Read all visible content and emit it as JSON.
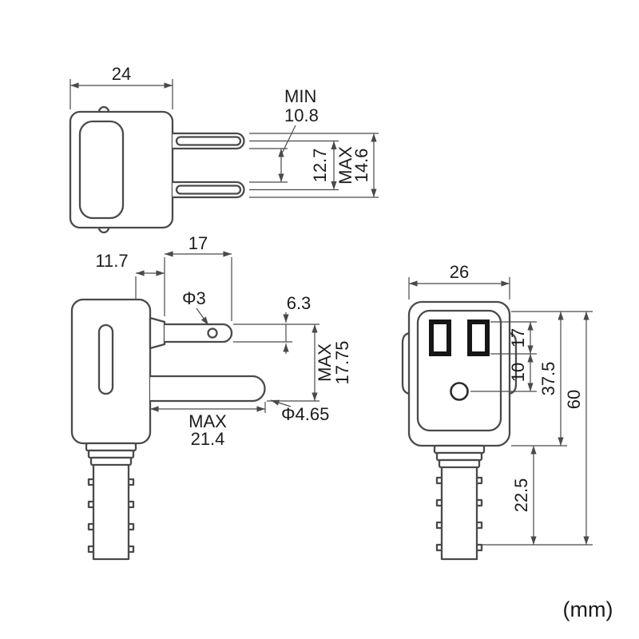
{
  "units_label": "(mm)",
  "plug_top_view": {
    "body_width": "24",
    "blade_gap_min_label": "MIN",
    "blade_gap_min": "10.8",
    "blade_pitch": "12.7",
    "blade_span_max_label": "MAX",
    "blade_span_max": "14.6"
  },
  "plug_side_view": {
    "blade_length": "17",
    "blade_offset": "11.7",
    "blade_hole_diameter": "Φ3",
    "blade_width": "6.3",
    "overall_max_label": "MAX",
    "overall_height_max": "17.75",
    "pin_length_max_label": "MAX",
    "pin_length_max": "21.4",
    "pin_diameter": "Φ4.65"
  },
  "socket_front_view": {
    "body_width": "26",
    "slot_height": "17",
    "hole_offset": "10",
    "housing_height": "37.5",
    "boot_height": "22.5",
    "overall_height": "60"
  }
}
